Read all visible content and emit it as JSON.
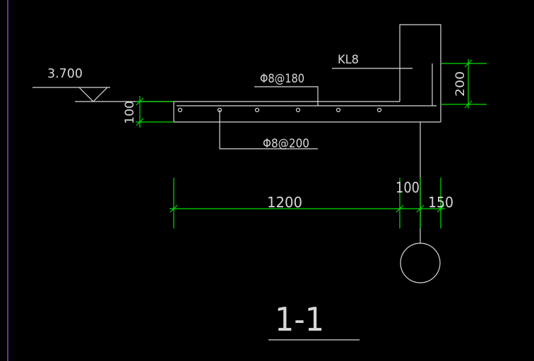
{
  "colors": {
    "background": "#000000",
    "line": "#d8d8d8",
    "dimension": "#00e000",
    "text": "#d8d8d8",
    "frame": "#7a4bd6"
  },
  "elevation": {
    "label": "3.700"
  },
  "beam": {
    "label": "KL8"
  },
  "rebar": {
    "top": "Φ8@180",
    "distribution": "Φ8@200"
  },
  "dimensions": {
    "slab_thickness": "100",
    "beam_height": "200",
    "cantilever_length": "1200",
    "beam_offset": "100",
    "beam_width": "150"
  },
  "section": {
    "label": "1-1"
  }
}
